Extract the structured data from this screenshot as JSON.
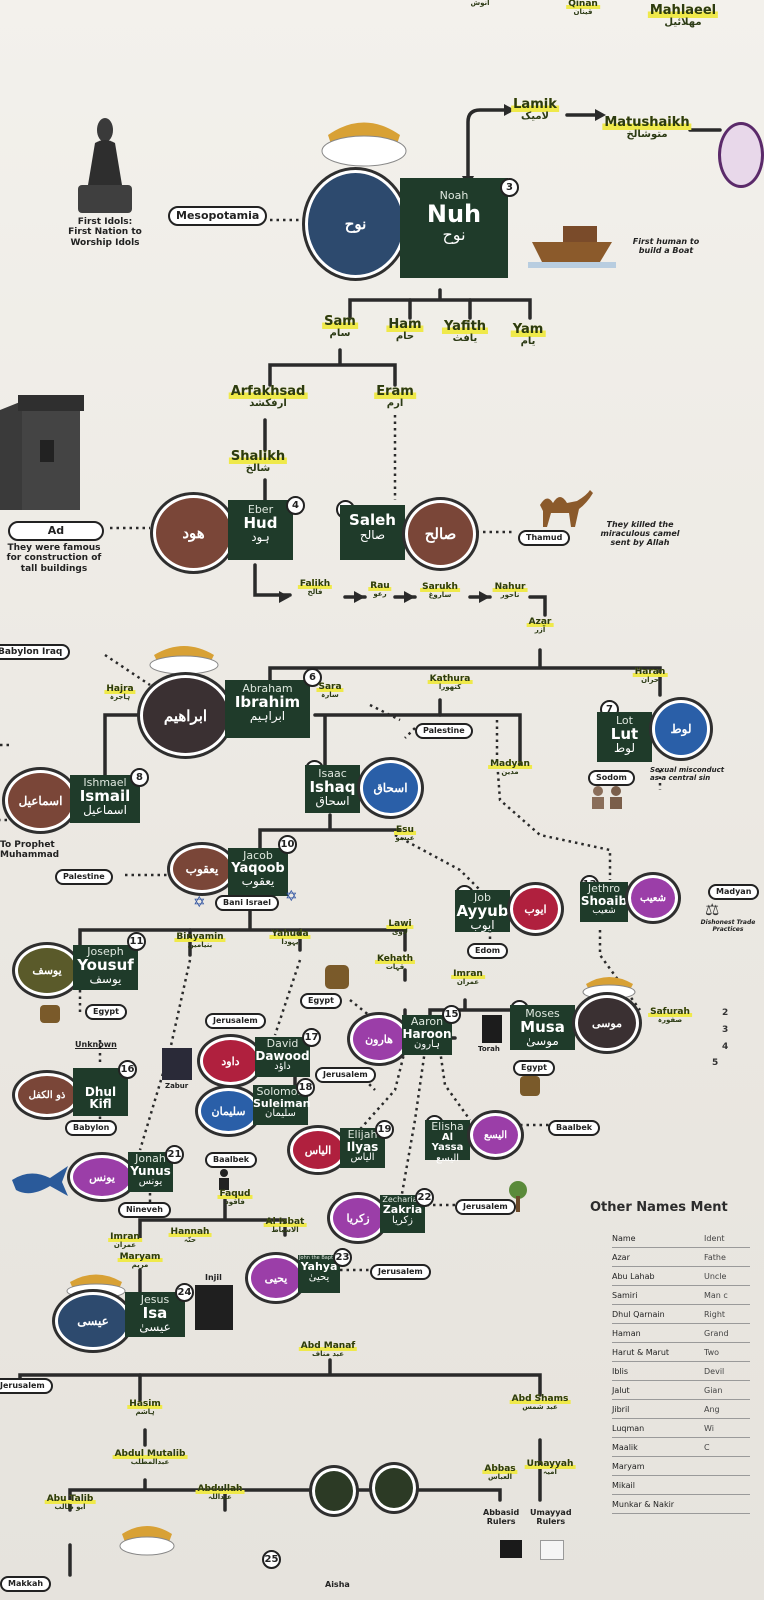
{
  "top": {
    "mahlaeel_en": "Mahlaeel",
    "mahlaeel_ar": "مهلائيل",
    "qinan_ar": "قينان",
    "qinan_en": "Qinan",
    "anush_ar": "انوش"
  },
  "lamik": {
    "en": "Lamik",
    "ar": "لامیک"
  },
  "matushaikh": {
    "en": "Matushaikh",
    "ar": "متوشالخ"
  },
  "idols_note": "First Idols:\nFirst Nation to\nWorship Idols",
  "mesopotamia": "Mesopotamia",
  "noah": {
    "title": "Noah",
    "name": "Nuh",
    "ar": "نوح",
    "num": "3",
    "medal": "نوح"
  },
  "boat_note": "First human to\nbuild a Boat",
  "sons": [
    {
      "en": "Sam",
      "ar": "سام"
    },
    {
      "en": "Ham",
      "ar": "حام"
    },
    {
      "en": "Yafith",
      "ar": "يافث"
    },
    {
      "en": "Yam",
      "ar": "يام"
    }
  ],
  "arfakhsad": {
    "en": "Arfakhsad",
    "ar": "ارفكشد"
  },
  "eram": {
    "en": "Eram",
    "ar": "ارم"
  },
  "shalikh": {
    "en": "Shalikh",
    "ar": "شالخ"
  },
  "ad_place": "Ad",
  "ad_note": "They were famous\nfor construction of\ntall buildings",
  "hud": {
    "title": "Eber",
    "name": "Hud",
    "ar": "ہود",
    "num": "4",
    "medal": "هود"
  },
  "saleh": {
    "name": "Saleh",
    "ar": "صالح",
    "num": "5",
    "medal": "صالح"
  },
  "thamud": "Thamud",
  "thamud_note": "They killed the\nmiraculous camel\nsent by Allah",
  "falikh_row": [
    {
      "en": "Falikh",
      "ar": "فالخ"
    },
    {
      "en": "Rau",
      "ar": "رعو"
    },
    {
      "en": "Sarukh",
      "ar": "ساروغ"
    },
    {
      "en": "Nahur",
      "ar": "ناحور"
    }
  ],
  "azar": {
    "en": "Azar",
    "ar": "آزر"
  },
  "babylon": "Babylon Iraq",
  "abraham": {
    "title": "Abraham",
    "name": "Ibrahim",
    "ar": "ابراہیم",
    "num": "6",
    "medal": "ابراهيم"
  },
  "hajra": {
    "en": "Hajra",
    "ar": "ہاجرہ"
  },
  "sara": {
    "en": "Sara",
    "ar": "سارہ"
  },
  "kathura": {
    "en": "Kathura",
    "ar": "کتھورا"
  },
  "haran": {
    "en": "Haran",
    "ar": "حران"
  },
  "palestine": "Palestine",
  "lot": {
    "title": "Lot",
    "name": "Lut",
    "ar": "لوط",
    "num": "7",
    "medal": "لوط"
  },
  "sodom": "Sodom",
  "sodom_note": "Sexual misconduct\nas a central sin",
  "ismail": {
    "title": "Ishmael",
    "name": "Ismail",
    "ar": "اسماعیل",
    "num": "8",
    "medal": "اسماعيل"
  },
  "isaac": {
    "title": "Isaac",
    "name": "Ishaq",
    "ar": "اسحاق",
    "num": "9",
    "medal": "اسحاق"
  },
  "madyan": {
    "en": "Madyan",
    "ar": "مدین"
  },
  "to_muhammad": "To Prophet\nMuhammad",
  "esu": {
    "en": "Esu",
    "ar": "عیسو"
  },
  "yaqoob": {
    "title": "Jacob",
    "name": "Yaqoob",
    "ar": "یعقوب",
    "num": "10",
    "medal": "يعقوب"
  },
  "palestine2": "Palestine",
  "bani_israel": "Bani Israel",
  "ayyub": {
    "title": "Job",
    "name": "Ayyub",
    "ar": "ایوب",
    "num": "12",
    "medal": "ايوب"
  },
  "shoaib": {
    "title": "Jethro",
    "name": "Shoaib",
    "ar": "شعیب",
    "num": "13",
    "medal": "شعيب"
  },
  "madyan_place": "Madyan",
  "madyan_note": "Dishonest Trade\nPractices",
  "yousuf": {
    "title": "Joseph",
    "name": "Yousuf",
    "ar": "یوسف",
    "num": "11",
    "medal": "يوسف"
  },
  "binyamin": {
    "en": "Binyamin",
    "ar": "بنیامین"
  },
  "yahuda": {
    "en": "Yahuda",
    "ar": "یہودا"
  },
  "lawi": {
    "en": "Lawi",
    "ar": "لاوی"
  },
  "kehath": {
    "en": "Kehath",
    "ar": "قہات"
  },
  "imran_top": {
    "en": "Imran",
    "ar": "عمران"
  },
  "edom": "Edom",
  "egypt1": "Egypt",
  "egypt2": "Egypt",
  "egypt3": "Egypt",
  "jerusalem1": "Jerusalem",
  "haroon": {
    "title": "Aaron",
    "name": "Haroon",
    "ar": "ہارون",
    "num": "15",
    "medal": "هارون"
  },
  "musa": {
    "title": "Moses",
    "name": "Musa",
    "ar": "موسیٰ",
    "num": "14",
    "medal": "موسى"
  },
  "safurah": {
    "en": "Safurah",
    "ar": "صفورہ"
  },
  "torah": "Torah",
  "unknown": "Unknown",
  "dawood": {
    "title": "David",
    "name": "Dawood",
    "ar": "داؤد",
    "num": "17",
    "medal": "داود"
  },
  "zabur": "Zabur",
  "dhulkifl": {
    "name": "Dhul\nKifl",
    "ar": "ذوالکفل",
    "num": "16",
    "medal": "ذو الكفل"
  },
  "jerusalem2": "Jerusalem",
  "suleiman": {
    "title": "Solomon",
    "name": "Suleiman",
    "ar": "سلیمان",
    "num": "18",
    "medal": "سليمان"
  },
  "babylon2": "Babylon",
  "ilyas": {
    "title": "Elijah",
    "name": "Ilyas",
    "ar": "الیاس",
    "num": "19",
    "medal": "الياس"
  },
  "alyassa": {
    "title": "Elisha",
    "name": "Al Yassa",
    "ar": "الیسع",
    "num": "20",
    "medal": "اليسع"
  },
  "baalbek1": "Baalbek",
  "baalbek2": "Baalbek",
  "yunus": {
    "title": "Jonah",
    "name": "Yunus",
    "ar": "یونس",
    "num": "21",
    "medal": "يونس"
  },
  "faqud": {
    "en": "Faqud",
    "ar": "فاقود"
  },
  "nineveh": "Nineveh",
  "zakria": {
    "title": "Zechariah",
    "name": "Zakria",
    "ar": "زکریا",
    "num": "22",
    "medal": "زكريا"
  },
  "jerusalem3": "Jerusalem",
  "imran": {
    "en": "Imran",
    "ar": "عمران"
  },
  "hannah": {
    "en": "Hannah",
    "ar": "حنّہ"
  },
  "al_isbat": {
    "en": "Al Isbat",
    "ar": "الاسباط"
  },
  "maryam": {
    "en": "Maryam",
    "ar": "مریم"
  },
  "yahya": {
    "title": "John the Baptist",
    "name": "Yahya",
    "ar": "یحییٰ",
    "num": "23",
    "medal": "يحيى"
  },
  "jerusalem4": "Jerusalem",
  "injil": "Injil",
  "isa": {
    "title": "Jesus",
    "name": "Isa",
    "ar": "عیسیٰ",
    "num": "24",
    "medal": "عيسى"
  },
  "abd_manaf": {
    "en": "Abd Manaf",
    "ar": "عبد مناف"
  },
  "jerusalem5": "Jerusalem",
  "abd_shams": {
    "en": "Abd Shams",
    "ar": "عبد شمس"
  },
  "hasim": {
    "en": "Hasim",
    "ar": "ہاشم"
  },
  "abdul_mutalib": {
    "en": "Abdul Mutalib",
    "ar": "عبدالمطلب"
  },
  "abbas": {
    "en": "Abbas",
    "ar": "العباس"
  },
  "umayyah": {
    "en": "Umayyah",
    "ar": "امیہ"
  },
  "abbasid": "Abbasid\nRulers",
  "umayyad": "Umayyad\nRulers",
  "abu_talib": {
    "en": "Abu Talib",
    "ar": "ابو طالب"
  },
  "abdullah": {
    "en": "Abdullah",
    "ar": "عبداللہ"
  },
  "aisha": "Aisha",
  "num25": "25",
  "makkah": "Makkah",
  "other_names": {
    "title": "Other Names Ment",
    "rows": [
      {
        "n": "Name",
        "m": "Ident"
      },
      {
        "n": "Azar",
        "m": "Fathe"
      },
      {
        "n": "Abu Lahab",
        "m": "Uncle"
      },
      {
        "n": "Samiri",
        "m": "Man c"
      },
      {
        "n": "Dhul Qarnain",
        "m": "Right"
      },
      {
        "n": "Haman",
        "m": "Grand"
      },
      {
        "n": "Harut & Marut",
        "m": "Two"
      },
      {
        "n": "Iblis",
        "m": "Devil"
      },
      {
        "n": "Jalut",
        "m": "Gian"
      },
      {
        "n": "Jibril",
        "m": "Ang"
      },
      {
        "n": "Luqman",
        "m": "Wi"
      },
      {
        "n": "Maalik",
        "m": "C"
      },
      {
        "n": "Maryam",
        "m": ""
      },
      {
        "n": "Mikail",
        "m": ""
      },
      {
        "n": "Munkar & Nakir",
        "m": ""
      }
    ]
  },
  "steps": [
    "2",
    "3",
    "4",
    "5"
  ],
  "colors": {
    "card": "#1f3b2a",
    "line": "#2a2a2a",
    "highlight": "#efe94a",
    "medal_brown": "#7a4638",
    "medal_blue": "#2a5fa8",
    "medal_purple": "#9b3ea8",
    "medal_crimson": "#b0203e",
    "medal_dark": "#3a4a55",
    "medal_olive": "#5a5a2a"
  }
}
